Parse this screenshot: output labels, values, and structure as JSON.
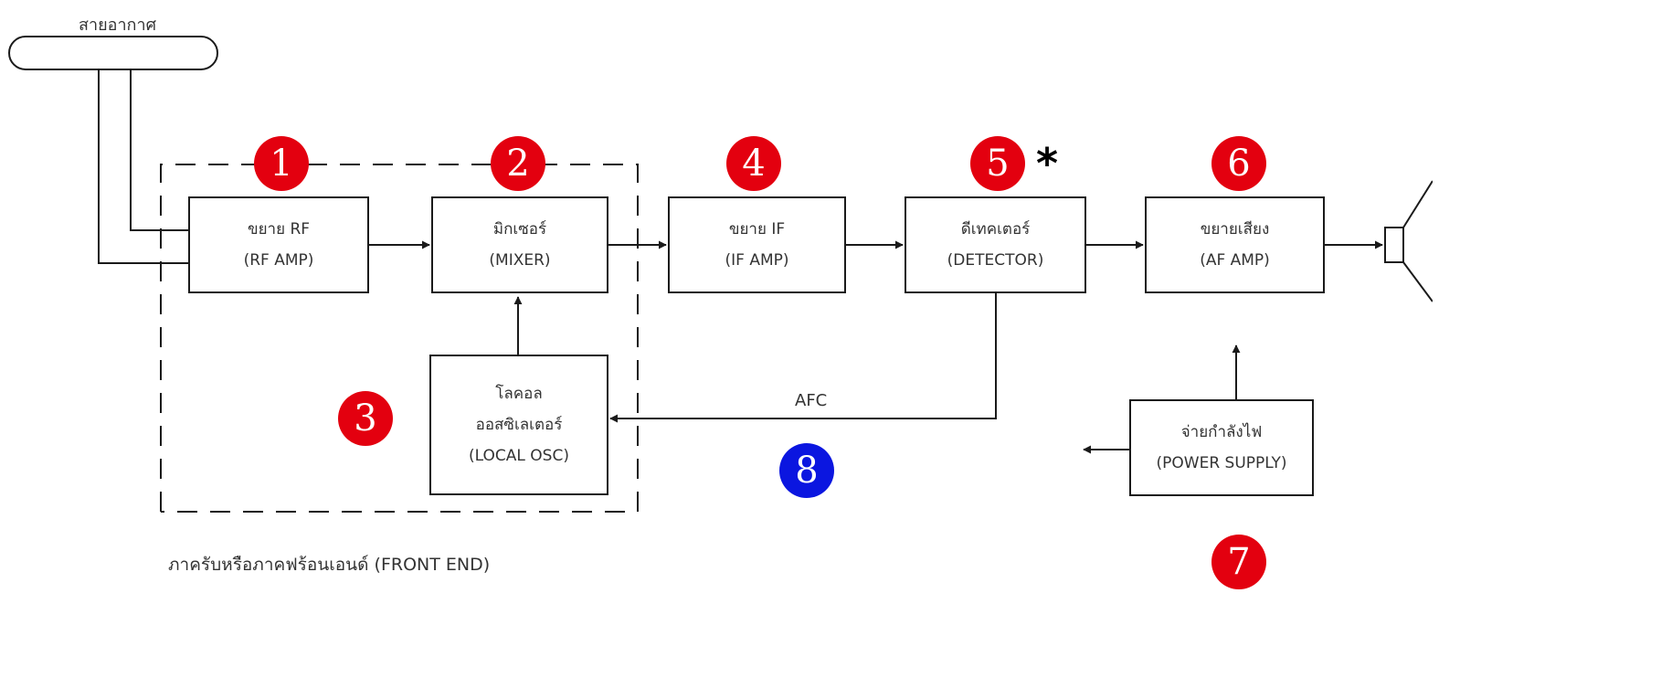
{
  "antenna_label": "สายอากาศ",
  "front_end_label": "ภาครับหรือภาคฟร้อนเอนด์ (FRONT END)",
  "afc_label": "AFC",
  "blocks": {
    "rf_amp": {
      "line1": "ขยาย RF",
      "line2": "(RF AMP)"
    },
    "mixer": {
      "line1": "มิกเซอร์",
      "line2": "(MIXER)"
    },
    "local_osc": {
      "line1": "โลคอล",
      "line2": "ออสซิเลเตอร์",
      "line3": "(LOCAL OSC)"
    },
    "if_amp": {
      "line1": "ขยาย IF",
      "line2": "(IF AMP)"
    },
    "detector": {
      "line1": "ดีเทคเตอร์",
      "line2": "(DETECTOR)"
    },
    "af_amp": {
      "line1": "ขยายเสียง",
      "line2": "(AF AMP)"
    },
    "power_supply": {
      "line1": "จ่ายกำลังไฟ",
      "line2": "(POWER SUPPLY)"
    }
  },
  "badges": {
    "b1": "1",
    "b2": "2",
    "b3": "3",
    "b4": "4",
    "b5": "5",
    "b6": "6",
    "b7": "7",
    "b8": "8"
  },
  "star": "*",
  "colors": {
    "badge_red": "#e3000f",
    "badge_blue": "#0b16e0",
    "line": "#1a1a1a"
  }
}
